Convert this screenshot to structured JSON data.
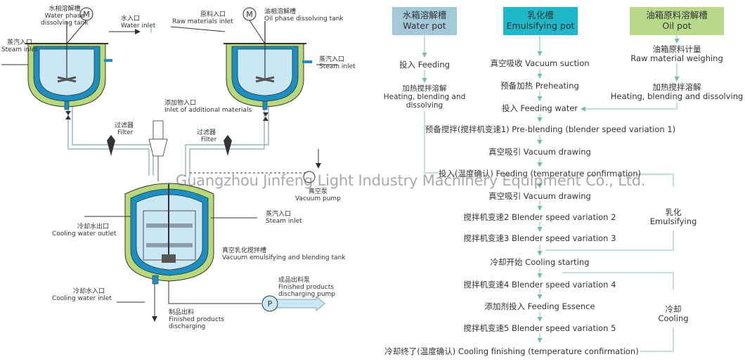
{
  "watermark": "Guangzhou Jinfeng Light Industry Machinery Equipment Co., Ltd.",
  "colors": {
    "tank_green": "#b8d977",
    "jacket_blue": "#1a8fc4",
    "liquid": "#c9e8f4",
    "pipe": "#7fa6bf",
    "box_water": "#a3c9d8",
    "box_emul": "#1eb8c9",
    "box_oil": "#b9d98a",
    "arrow": "#7dc7a0"
  },
  "left": {
    "motor_label": "M",
    "water_tank": {
      "cn": "水相溶解槽",
      "en1": "Water phase",
      "en2": "dissolving tank"
    },
    "water_inlet": {
      "cn": "水入口",
      "en": "Water inlet"
    },
    "raw_inlet": {
      "cn": "原料入口",
      "en": "Raw materials inlet"
    },
    "oil_tank": {
      "cn": "油相溶解槽",
      "en": "Oil phase dissolving tank"
    },
    "steam_inlet_left": {
      "cn": "蒸汽入口",
      "en": "Steam inlet"
    },
    "steam_inlet_right": {
      "cn": "蒸汽入口",
      "en": "Steam inlet"
    },
    "additional_inlet": {
      "cn": "添加物入口",
      "en": "Inlet of additional materials"
    },
    "filter_left": {
      "cn": "过滤器",
      "en": "Filter"
    },
    "filter_right": {
      "cn": "过滤器",
      "en": "Filter"
    },
    "vacuum_pump": {
      "cn": "真空泵",
      "en": "Vacuum pump"
    },
    "cooling_outlet": {
      "cn": "冷却水出口",
      "en": "Cooling water outlet"
    },
    "steam_inlet_main": {
      "cn": "蒸汽入口",
      "en": "Steam inlet"
    },
    "main_tank": {
      "cn": "真空乳化搅拌槽",
      "en": "Vacuum emulsifying and blending tank"
    },
    "cooling_inlet": {
      "cn": "冷却水入口",
      "en": "Cooling water inlet"
    },
    "product_discharge": {
      "cn": "制品出料",
      "en1": "Finished products",
      "en2": "discharging"
    },
    "discharge_pump": {
      "cn": "成品出料泵",
      "en1": "Finished products",
      "en2": "discharging pump"
    },
    "pump_label": "P"
  },
  "right": {
    "boxes": [
      {
        "cn": "水箱溶解槽",
        "en": "Water pot"
      },
      {
        "cn": "乳化槽",
        "en": "Emulsifying pot"
      },
      {
        "cn": "油箱原料溶解槽",
        "en": "Oil pot"
      }
    ],
    "water_steps": [
      "投入 Feeding",
      "加热搅拌溶解",
      "Heating, blending and",
      "dissolving"
    ],
    "oil_steps": [
      "油箱原料计量",
      "Raw material weighing",
      "加热搅拌溶解",
      "Heating, blending and dissolving"
    ],
    "main_steps": [
      "真空吸收 Vacuum suction",
      "预备加热 Preheating",
      "投入 Feeding water",
      "预备搅拌(搅拌机变速1) Pre-blending (blender speed variation 1)",
      "真空吸引 Vacuum drawing",
      "投入(温度确认) Feeding (temperature confirmation)",
      "真空吸引 Vacuum drawing",
      "搅拌机变速2 Blender speed variation 2",
      "搅拌机变速3 Blender speed variation 3",
      "冷却开始 Cooling starting",
      "搅拌机变速4 Blender speed variation 4",
      "添加剂投入 Feeding Essence",
      "搅拌机变速5 Blender speed variation 5",
      "冷却终了(温度确认) Cooling finishing (temperature confirmation)"
    ],
    "emulsifying": {
      "cn": "乳化",
      "en": "Emulsifying"
    },
    "cooling": {
      "cn": "冷却",
      "en": "Cooling"
    }
  }
}
